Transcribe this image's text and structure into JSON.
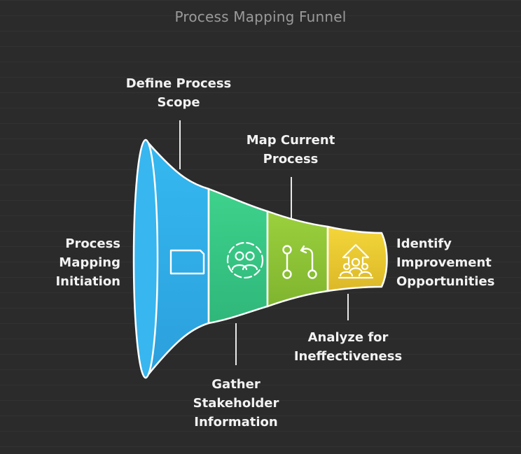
{
  "title": "Process Mapping Funnel",
  "stages": [
    {
      "label": "Process\nMapping\nInitiation",
      "color": "#34b3ec"
    },
    {
      "label": "Define Process\nScope",
      "icon": "rectangle-icon",
      "color": "#2aa9e6"
    },
    {
      "label": "Gather\nStakeholder\nInformation",
      "icon": "people-icon",
      "color": "#35c88a"
    },
    {
      "label": "Map Current\nProcess",
      "icon": "flow-icon",
      "color": "#8fc63a"
    },
    {
      "label": "Analyze for\nIneffectiveness",
      "icon": "group-growth-icon",
      "color": "#e8c52e"
    },
    {
      "label": "Identify\nImprovement\nOpportunities"
    }
  ]
}
